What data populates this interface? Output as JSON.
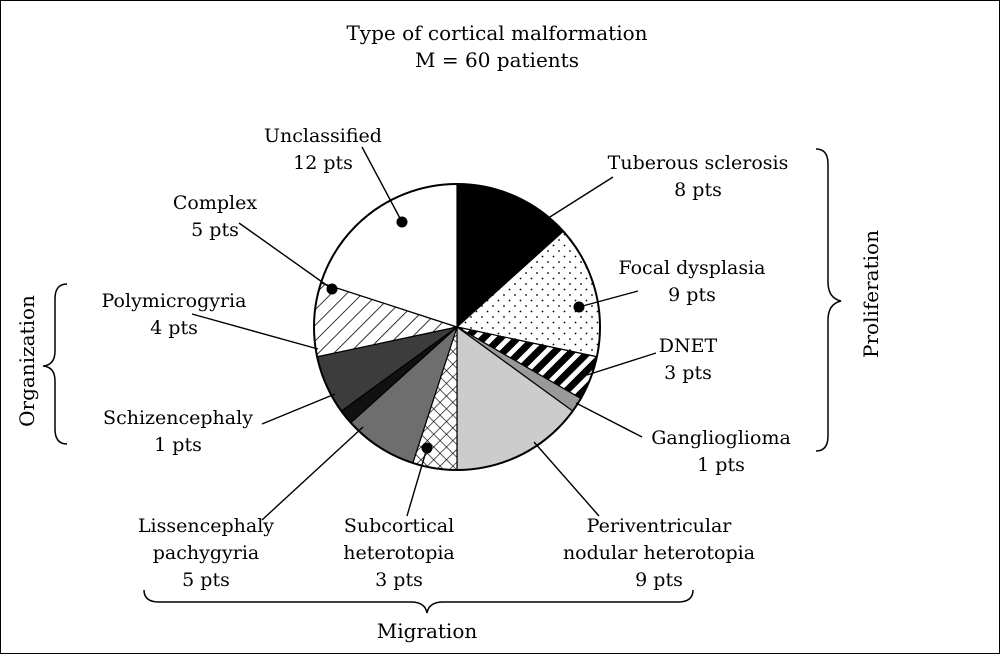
{
  "chart_data": {
    "type": "pie",
    "title": "Type of cortical malformation",
    "subtitle": "M = 60 patients",
    "unit": "pts",
    "slices": [
      {
        "name": "Tuberous sclerosis",
        "value": 8,
        "value_label": "8 pts",
        "fill": "black",
        "group": "Proliferation"
      },
      {
        "name": "Focal dysplasia",
        "value": 9,
        "value_label": "9 pts",
        "fill": "dots",
        "group": "Proliferation"
      },
      {
        "name": "DNET",
        "value": 3,
        "value_label": "3 pts",
        "fill": "black-white-diagonal-stripes",
        "group": "Proliferation"
      },
      {
        "name": "Ganglioglioma",
        "value": 1,
        "value_label": "1 pts",
        "fill": "#999999",
        "group": "Proliferation"
      },
      {
        "name": "Periventricular nodular heterotopia",
        "value": 9,
        "value_label": "9 pts",
        "fill": "#cccccc",
        "group": "Migration"
      },
      {
        "name": "Subcortical heterotopia",
        "value": 3,
        "value_label": "3 pts",
        "fill": "crosshatch",
        "group": "Migration"
      },
      {
        "name": "Lissencephaly pachygyria",
        "value": 5,
        "value_label": "5 pts",
        "fill": "#6e6e6e",
        "group": "Migration"
      },
      {
        "name": "Schizencephaly",
        "value": 1,
        "value_label": "1 pts",
        "fill": "#111111",
        "group": "Organization"
      },
      {
        "name": "Polymicrogyria",
        "value": 4,
        "value_label": "4 pts",
        "fill": "#3c3c3c",
        "group": "Organization"
      },
      {
        "name": "Complex",
        "value": 5,
        "value_label": "5 pts",
        "fill": "diagonal-hatch",
        "group": null
      },
      {
        "name": "Unclassified",
        "value": 12,
        "value_label": "12 pts",
        "fill": "white",
        "group": null
      }
    ],
    "groups": [
      "Proliferation",
      "Migration",
      "Organization"
    ]
  }
}
